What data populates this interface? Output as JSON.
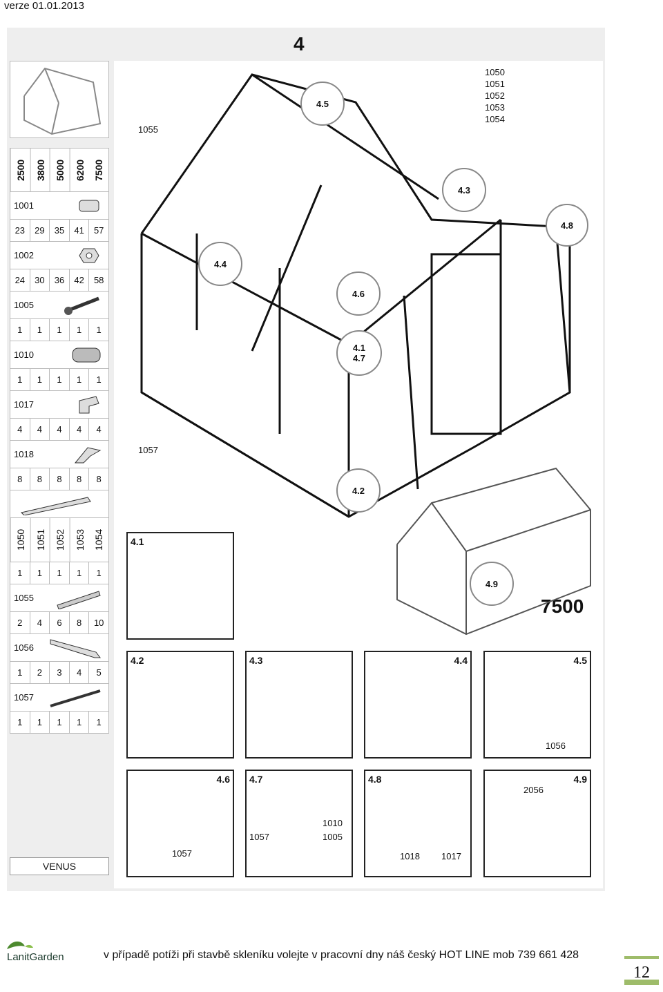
{
  "version": "verze 01.01.2013",
  "step_number": "4",
  "sizes": [
    "2500",
    "3800",
    "5000",
    "6200",
    "7500"
  ],
  "parts": [
    {
      "code": "1001",
      "icon": "coupling-icon",
      "qty": [
        "23",
        "29",
        "35",
        "41",
        "57"
      ]
    },
    {
      "code": "1002",
      "icon": "nut-icon",
      "qty": [
        "24",
        "30",
        "36",
        "42",
        "58"
      ]
    },
    {
      "code": "1005",
      "icon": "bolt-icon",
      "qty": [
        "1",
        "1",
        "1",
        "1",
        "1"
      ]
    },
    {
      "code": "1010",
      "icon": "brush-seal-icon",
      "qty": [
        "1",
        "1",
        "1",
        "1",
        "1"
      ]
    },
    {
      "code": "1017",
      "icon": "bracket-icon",
      "qty": [
        "4",
        "4",
        "4",
        "4",
        "4"
      ]
    },
    {
      "code": "1018",
      "icon": "clip-icon",
      "qty": [
        "8",
        "8",
        "8",
        "8",
        "8"
      ]
    },
    {
      "code": "",
      "icon": "ridge-profile-icon",
      "qty": []
    },
    {
      "code": "",
      "icon": "",
      "qty": [],
      "vertical_codes": [
        "1050",
        "1051",
        "1052",
        "1053",
        "1054"
      ],
      "vqty": [
        "1",
        "1",
        "1",
        "1",
        "1"
      ]
    },
    {
      "code": "1055",
      "icon": "bar-profile-icon",
      "qty": [
        "2",
        "4",
        "6",
        "8",
        "10"
      ]
    },
    {
      "code": "1056",
      "icon": "strut-icon",
      "qty": [
        "1",
        "2",
        "3",
        "4",
        "5"
      ]
    },
    {
      "code": "1057",
      "icon": "rod-icon",
      "qty": [
        "1",
        "1",
        "1",
        "1",
        "1"
      ]
    }
  ],
  "callouts": {
    "top_right": [
      "1050",
      "1051",
      "1052",
      "1053",
      "1054"
    ],
    "c1055": "1055",
    "c1057": "1057",
    "model": "7500"
  },
  "circles": [
    "4.5",
    "4.3",
    "4.8",
    "4.4",
    "4.6",
    "4.1",
    "4.7",
    "4.2",
    "4.9"
  ],
  "details": [
    {
      "label": "4.1",
      "parts": []
    },
    {
      "label": "4.2",
      "parts": []
    },
    {
      "label": "4.3",
      "parts": []
    },
    {
      "label": "4.4",
      "parts": []
    },
    {
      "label": "4.5",
      "parts": [
        "1056"
      ]
    },
    {
      "label": "4.6",
      "parts": [
        "1057"
      ]
    },
    {
      "label": "4.7",
      "parts": [
        "1010",
        "1005",
        "1057"
      ]
    },
    {
      "label": "4.8",
      "parts": [
        "1018",
        "1017"
      ]
    },
    {
      "label": "4.9",
      "parts": [
        "2056"
      ]
    }
  ],
  "venus": "VENUS",
  "footer": "v případě potíži při stavbě skleníku volejte v pracovní dny náš český HOT LINE mob 739 661 428",
  "logo_text": "LanitGarden",
  "page_number": "12",
  "colors": {
    "sheet": "#eeeeee",
    "accent": "#9ebc6a"
  }
}
